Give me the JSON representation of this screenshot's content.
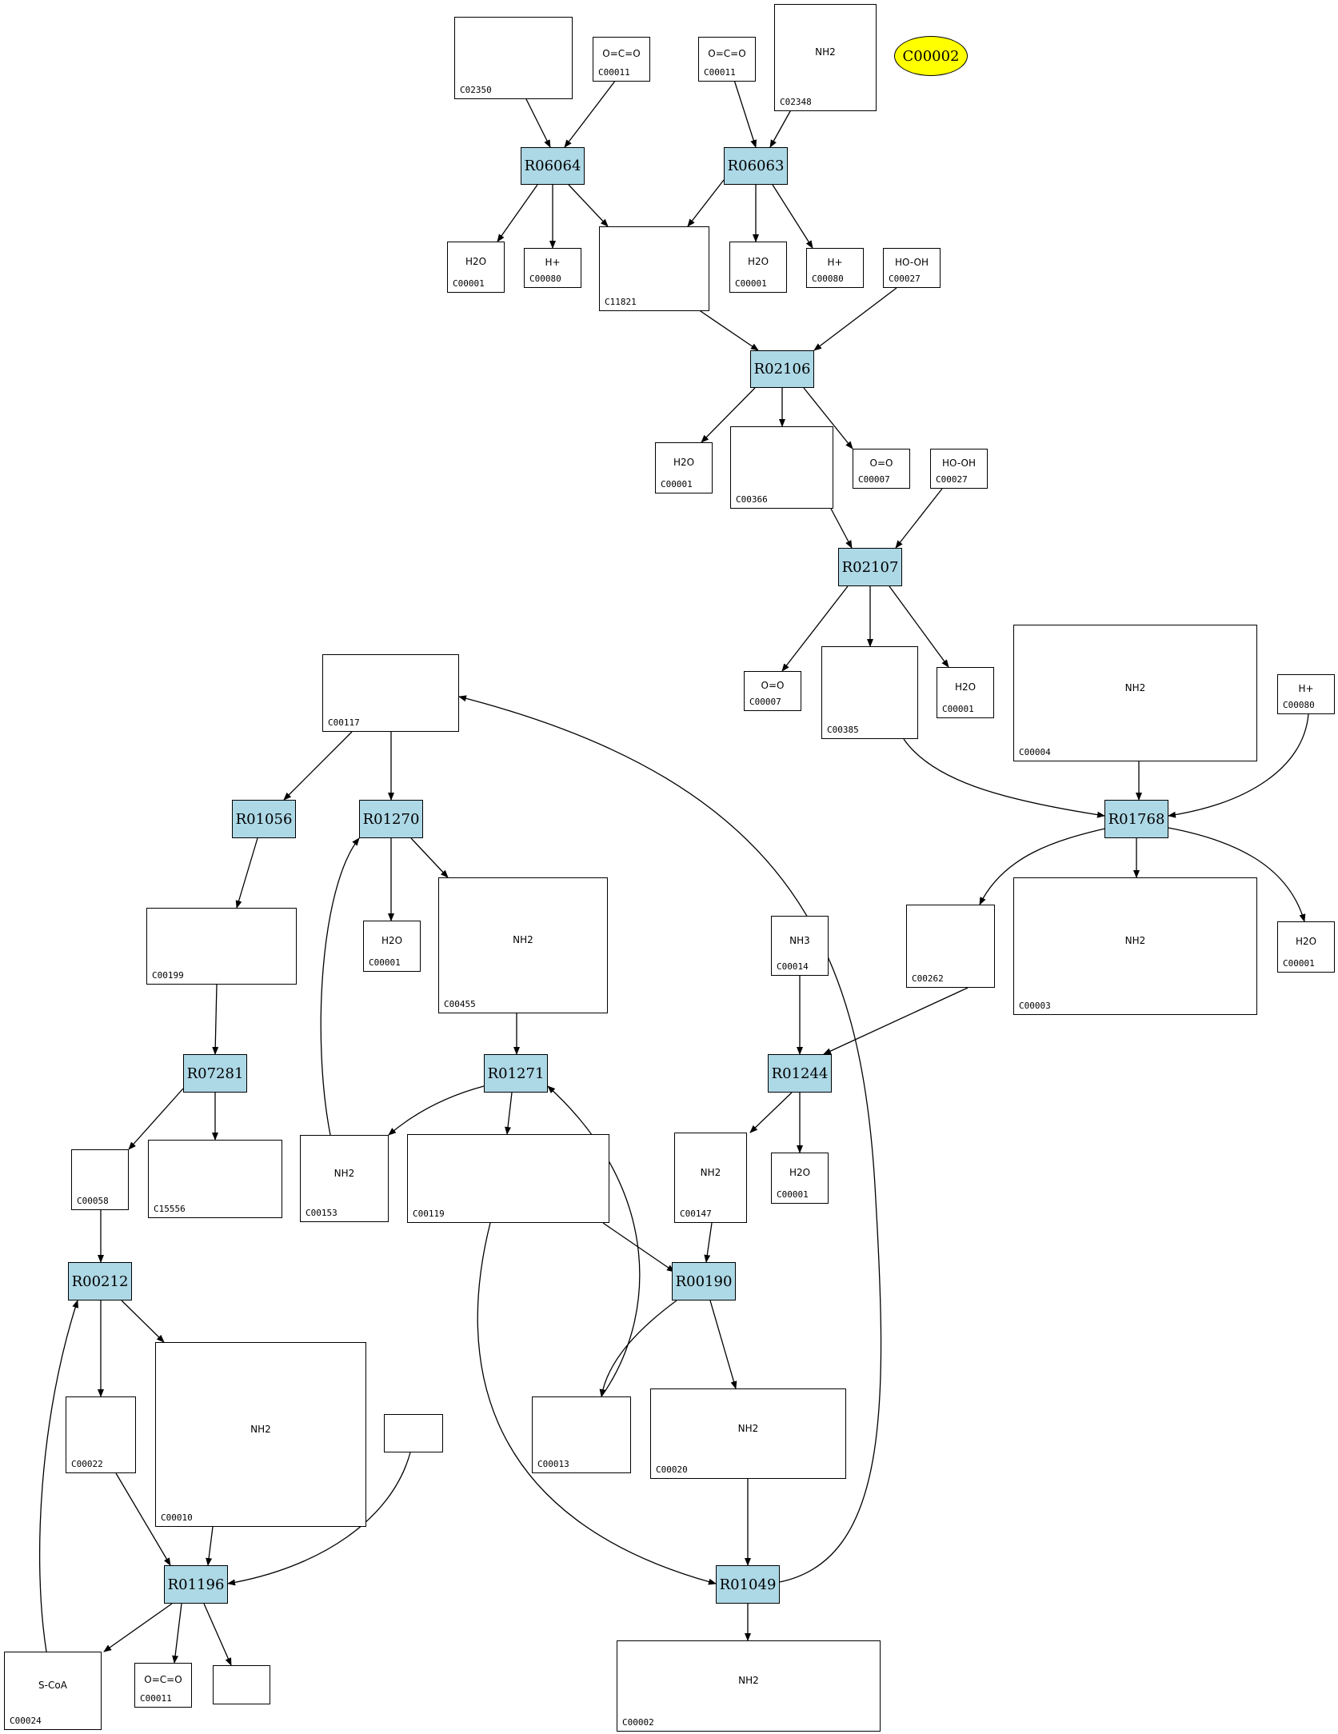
{
  "highlight": {
    "id": "hl-c00002",
    "label": "C00002"
  },
  "reactions": [
    {
      "id": "r-r06064",
      "label": "R06064"
    },
    {
      "id": "r-r06063",
      "label": "R06063"
    },
    {
      "id": "r-r02106",
      "label": "R02106"
    },
    {
      "id": "r-r02107",
      "label": "R02107"
    },
    {
      "id": "r-r01768",
      "label": "R01768"
    },
    {
      "id": "r-r01056",
      "label": "R01056"
    },
    {
      "id": "r-r01270",
      "label": "R01270"
    },
    {
      "id": "r-r07281",
      "label": "R07281"
    },
    {
      "id": "r-r01271",
      "label": "R01271"
    },
    {
      "id": "r-r01244",
      "label": "R01244"
    },
    {
      "id": "r-r00212",
      "label": "R00212"
    },
    {
      "id": "r-r00190",
      "label": "R00190"
    },
    {
      "id": "r-r01196",
      "label": "R01196"
    },
    {
      "id": "r-r01049",
      "label": "R01049"
    }
  ],
  "compounds": [
    {
      "id": "c-c02350",
      "cid": "C02350",
      "formula": ""
    },
    {
      "id": "c-c00011-a",
      "cid": "C00011",
      "formula": "O=C=O"
    },
    {
      "id": "c-c00011-b",
      "cid": "C00011",
      "formula": "O=C=O"
    },
    {
      "id": "c-c02348",
      "cid": "C02348",
      "formula": "NH2"
    },
    {
      "id": "c-c00001-a",
      "cid": "C00001",
      "formula": "H2O"
    },
    {
      "id": "c-c00080-a",
      "cid": "C00080",
      "formula": "H+"
    },
    {
      "id": "c-c11821",
      "cid": "C11821",
      "formula": ""
    },
    {
      "id": "c-c00001-b",
      "cid": "C00001",
      "formula": "H2O"
    },
    {
      "id": "c-c00080-b",
      "cid": "C00080",
      "formula": "H+"
    },
    {
      "id": "c-c00027-a",
      "cid": "C00027",
      "formula": "HO-OH"
    },
    {
      "id": "c-c00001-c",
      "cid": "C00001",
      "formula": "H2O"
    },
    {
      "id": "c-c00366",
      "cid": "C00366",
      "formula": ""
    },
    {
      "id": "c-c00007-a",
      "cid": "C00007",
      "formula": "O=O"
    },
    {
      "id": "c-c00027-b",
      "cid": "C00027",
      "formula": "HO-OH"
    },
    {
      "id": "c-c00007-b",
      "cid": "C00007",
      "formula": "O=O"
    },
    {
      "id": "c-c00385",
      "cid": "C00385",
      "formula": ""
    },
    {
      "id": "c-c00001-d",
      "cid": "C00001",
      "formula": "H2O"
    },
    {
      "id": "c-c00004",
      "cid": "C00004",
      "formula": "NH2"
    },
    {
      "id": "c-c00080-c",
      "cid": "C00080",
      "formula": "H+"
    },
    {
      "id": "c-c00117",
      "cid": "C00117",
      "formula": ""
    },
    {
      "id": "c-c00199",
      "cid": "C00199",
      "formula": ""
    },
    {
      "id": "c-c00001-e",
      "cid": "C00001",
      "formula": "H2O"
    },
    {
      "id": "c-c00455",
      "cid": "C00455",
      "formula": "NH2"
    },
    {
      "id": "c-c00014",
      "cid": "C00014",
      "formula": "NH3"
    },
    {
      "id": "c-c00262",
      "cid": "C00262",
      "formula": ""
    },
    {
      "id": "c-c00003",
      "cid": "C00003",
      "formula": "NH2"
    },
    {
      "id": "c-c00001-f",
      "cid": "C00001",
      "formula": "H2O"
    },
    {
      "id": "c-c00058",
      "cid": "C00058",
      "formula": ""
    },
    {
      "id": "c-c15556",
      "cid": "C15556",
      "formula": ""
    },
    {
      "id": "c-c00153",
      "cid": "C00153",
      "formula": "NH2"
    },
    {
      "id": "c-c00119",
      "cid": "C00119",
      "formula": ""
    },
    {
      "id": "c-c00147",
      "cid": "C00147",
      "formula": "NH2"
    },
    {
      "id": "c-c00001-g",
      "cid": "C00001",
      "formula": "H2O"
    },
    {
      "id": "c-c00022",
      "cid": "C00022",
      "formula": ""
    },
    {
      "id": "c-c00010",
      "cid": "C00010",
      "formula": "NH2"
    },
    {
      "id": "c-c00013",
      "cid": "C00013",
      "formula": ""
    },
    {
      "id": "c-c00020",
      "cid": "C00020",
      "formula": "NH2"
    },
    {
      "id": "c-c00024",
      "cid": "C00024",
      "formula": "S-CoA"
    },
    {
      "id": "c-c00011-c",
      "cid": "C00011",
      "formula": "O=C=O"
    },
    {
      "id": "c-c00002",
      "cid": "C00002",
      "formula": "NH2"
    }
  ]
}
